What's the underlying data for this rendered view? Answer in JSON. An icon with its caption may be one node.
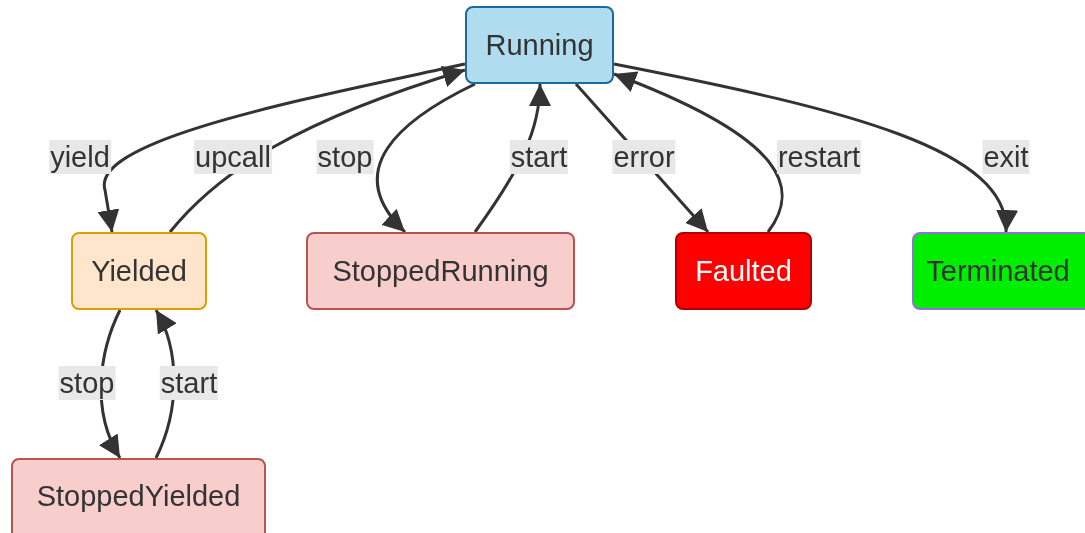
{
  "diagram": {
    "nodes": [
      {
        "text": [
          "Running"
        ]
      },
      {
        "text": [
          "Yielded"
        ]
      },
      {
        "text": [
          "StoppedRunning"
        ]
      },
      {
        "text": [
          "Faulted"
        ]
      },
      {
        "text": [
          "Terminated"
        ]
      },
      {
        "text": [
          "StoppedYielded"
        ]
      }
    ],
    "edges": [
      {
        "from": 0,
        "to": 1,
        "arrow": "to",
        "label": "yield"
      },
      {
        "from": 1,
        "to": 0,
        "arrow": "to",
        "label": "upcall"
      },
      {
        "from": 0,
        "to": 2,
        "arrow": "to",
        "label": "stop"
      },
      {
        "from": 2,
        "to": 0,
        "arrow": "to",
        "label": "start"
      },
      {
        "from": 0,
        "to": 3,
        "arrow": "to",
        "label": "error"
      },
      {
        "from": 3,
        "to": 0,
        "arrow": "to",
        "label": "restart"
      },
      {
        "from": 0,
        "to": 4,
        "arrow": "to",
        "label": "exit"
      },
      {
        "from": 1,
        "to": 5,
        "arrow": "to",
        "label": "stop"
      },
      {
        "from": 5,
        "to": 1,
        "arrow": "to",
        "label": "start"
      }
    ]
  }
}
